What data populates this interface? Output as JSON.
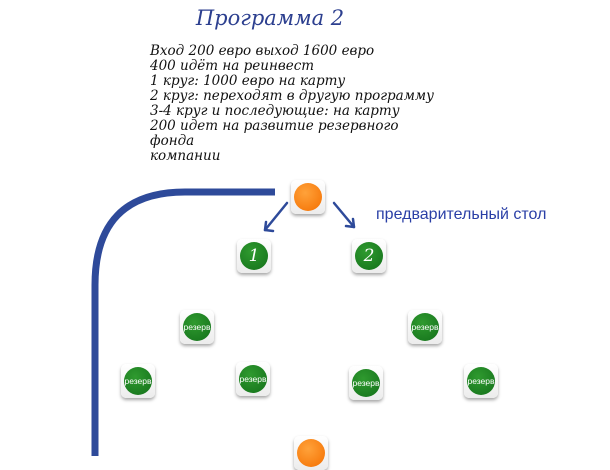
{
  "title": "Программа 2",
  "description": [
    "Вход 200 евро выход 1600 евро",
    "400 идёт на реинвест",
    "1 круг: 1000 евро на карту",
    "2 круг: переходят в другую программу",
    "3-4 круг и последующие: на карту",
    "200 идет на развитие резервного фонда",
    "компании"
  ],
  "table_label": "предварительный стол",
  "nodes": {
    "one": "1",
    "two": "2",
    "reserve": "резерв"
  },
  "colors": {
    "title": "#2c3f8f",
    "line": "#2e4a9a",
    "orange": "#f57a0c",
    "green": "#1b7d1e",
    "label": "#2a3fa6"
  }
}
